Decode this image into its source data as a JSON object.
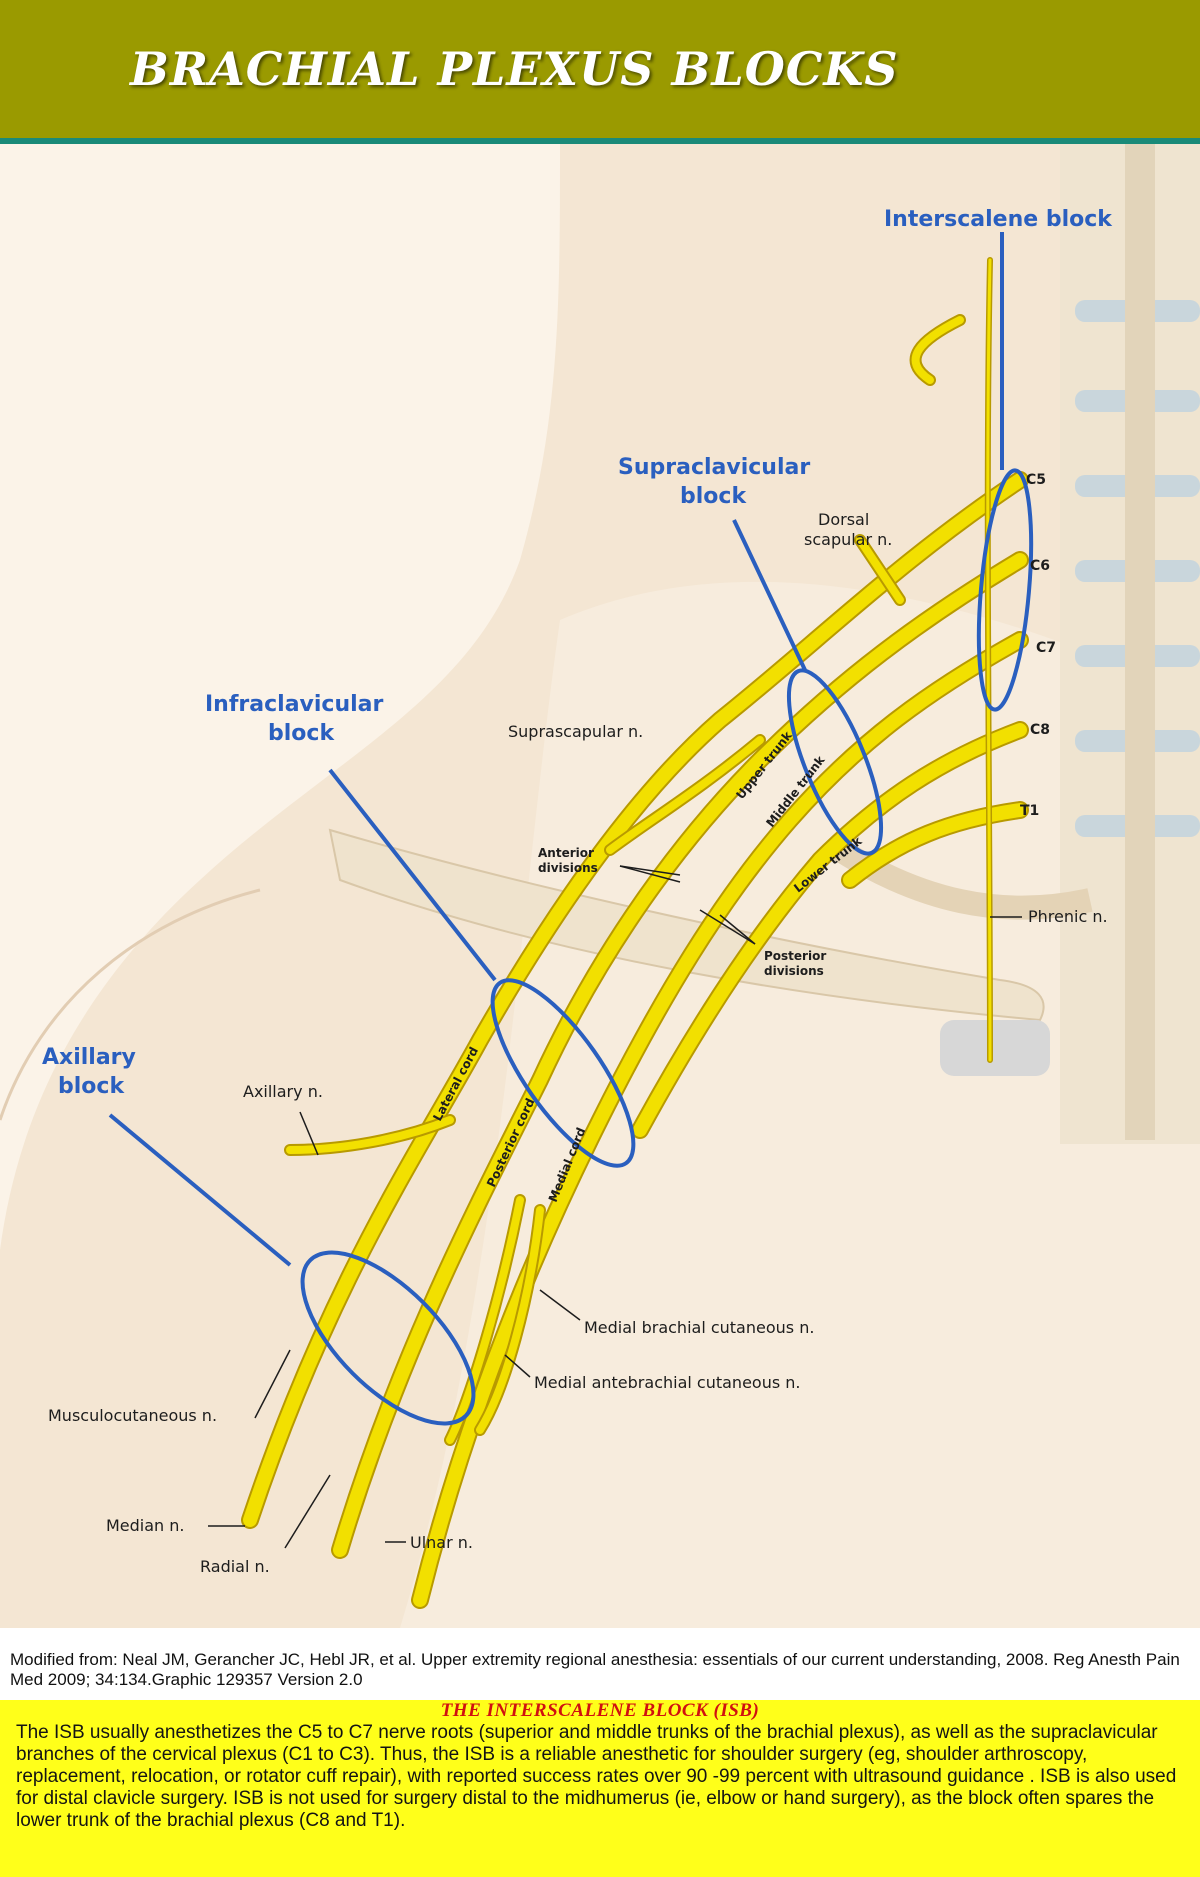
{
  "header": {
    "title": "BRACHIAL PLEXUS BLOCKS"
  },
  "diagram": {
    "blocks": {
      "interscalene": "Interscalene block",
      "supraclavicular_1": "Supraclavicular",
      "supraclavicular_2": "block",
      "infraclavicular_1": "Infraclavicular",
      "infraclavicular_2": "block",
      "axillary_1": "Axillary",
      "axillary_2": "block"
    },
    "roots": {
      "c5": "C5",
      "c6": "C6",
      "c7": "C7",
      "c8": "C8",
      "t1": "T1"
    },
    "trunks": {
      "upper": "Upper trunk",
      "middle": "Middle trunk",
      "lower": "Lower trunk"
    },
    "cords": {
      "lateral": "Lateral cord",
      "posterior": "Posterior cord",
      "medial": "Medial cord"
    },
    "labels": {
      "dorsal_scapular_1": "Dorsal",
      "dorsal_scapular_2": "scapular n.",
      "suprascapular": "Suprascapular n.",
      "anterior_divisions_1": "Anterior",
      "anterior_divisions_2": "divisions",
      "posterior_divisions_1": "Posterior",
      "posterior_divisions_2": "divisions",
      "phrenic": "Phrenic n.",
      "axillary_n": "Axillary n.",
      "medial_brachial": "Medial brachial cutaneous n.",
      "medial_antebrachial": "Medial antebrachial cutaneous n.",
      "musculocutaneous": "Musculocutaneous n.",
      "median": "Median n.",
      "radial": "Radial n.",
      "ulnar": "Ulnar n."
    },
    "colors": {
      "nerve": "#f2e000",
      "nerve_outline": "#b89a00",
      "block": "#2a5fbf",
      "skin": "#f3e3cf",
      "bone": "#ece0c8"
    }
  },
  "credit": "Modified from: Neal JM, Gerancher JC, Hebl JR, et al. Upper extremity regional anesthesia: essentials of our current understanding, 2008. Reg Anesth Pain Med 2009; 34:134.Graphic 129357 Version 2.0",
  "panel": {
    "title": "THE  INTERSCALENE  BLOCK (ISB)",
    "body": "The ISB usually anesthetizes the C5 to C7 nerve roots (superior and middle trunks of the brachial plexus), as well as the supraclavicular branches of the cervical plexus (C1 to C3). Thus, the ISB is a reliable anesthetic for shoulder surgery (eg, shoulder arthroscopy, replacement, relocation, or rotator cuff repair), with reported success rates over 90 -99 percent with ultrasound guidance . ISB is also used for distal clavicle surgery. ISB is not used for surgery distal to the midhumerus (ie, elbow or hand surgery), as the block often spares the lower trunk of the brachial plexus (C8 and T1)."
  }
}
